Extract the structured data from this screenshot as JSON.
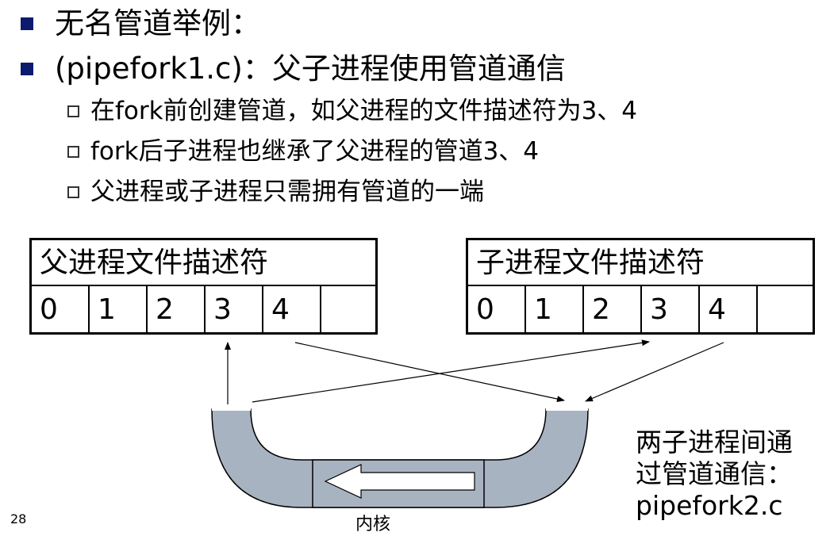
{
  "bullets_level1": [
    "无名管道举例：",
    "(pipefork1.c)：父子进程使用管道通信"
  ],
  "bullets_level2": [
    "在fork前创建管道，如父进程的文件描述符为3、4",
    "fork后子进程也继承了父进程的管道3、4",
    "父进程或子进程只需拥有管道的一端"
  ],
  "parent_table": {
    "title": "父进程文件描述符",
    "cells": [
      "0",
      "1",
      "2",
      "3",
      "4",
      ""
    ]
  },
  "child_table": {
    "title": "子进程文件描述符",
    "cells": [
      "0",
      "1",
      "2",
      "3",
      "4",
      ""
    ]
  },
  "kernel_label": "内核",
  "side_note": {
    "line1": "两子进程间通",
    "line2": "过管道通信：",
    "line3": "pipefork2.c"
  },
  "page_number": "28",
  "colors": {
    "bullet_square": "#0d1a6e",
    "pipe_fill": "#a8b3c2",
    "pipe_stroke": "#000000"
  }
}
